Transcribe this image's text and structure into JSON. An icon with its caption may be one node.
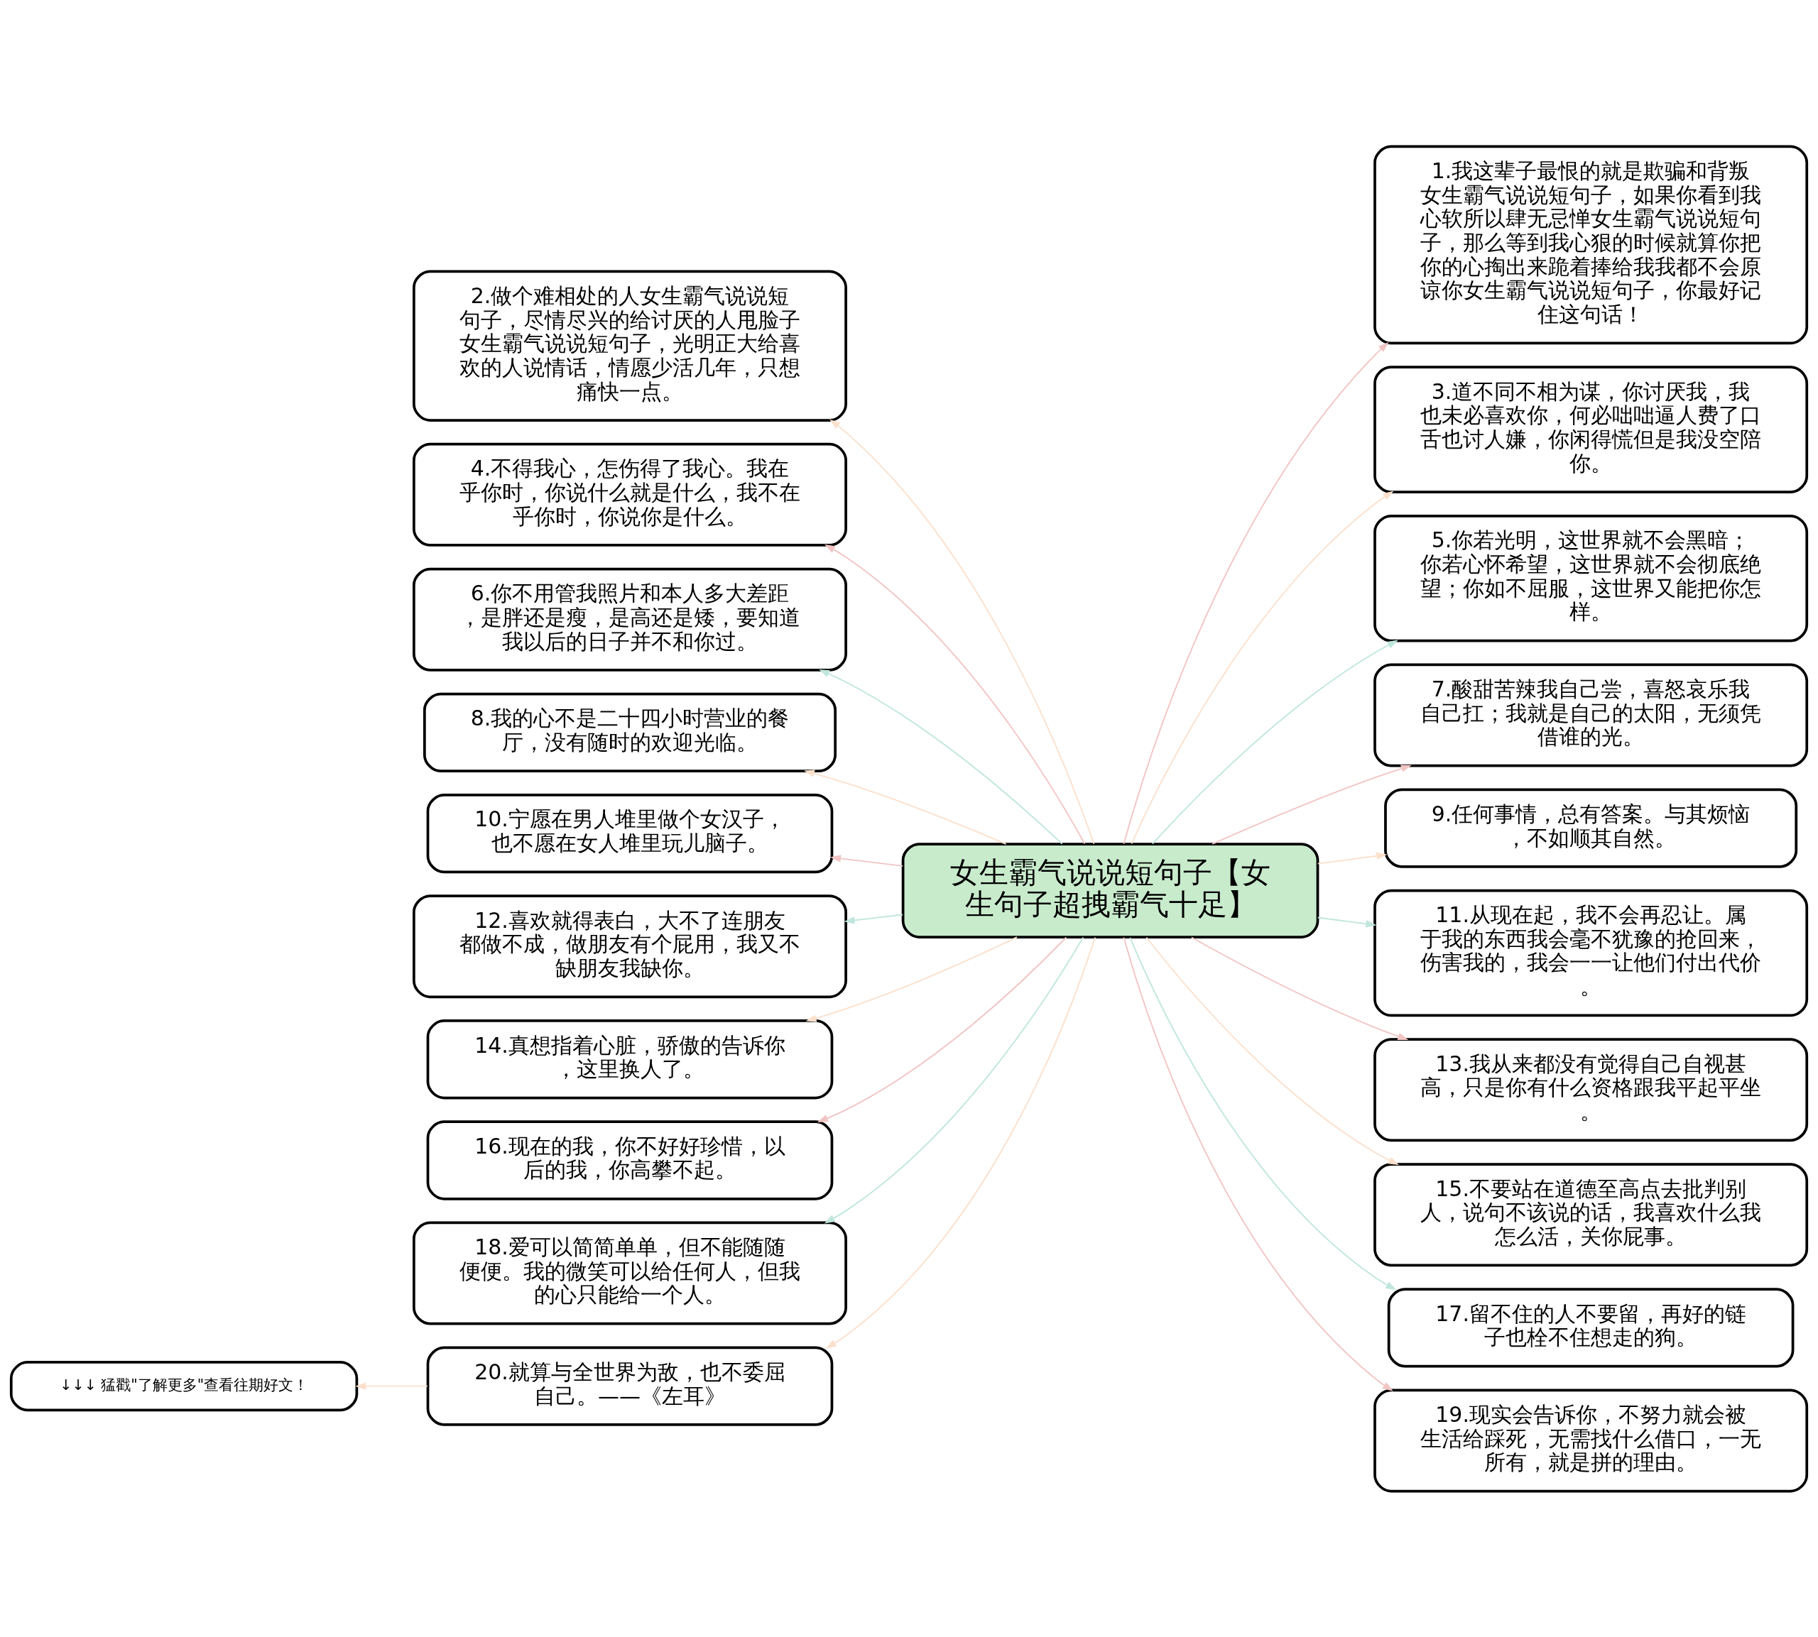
{
  "diagram": {
    "nodes": [
      {
        "text": [
          "女生霸气说说短句子【女生句子超拽霸气十足】"
        ]
      },
      {
        "text": [
          "1.我这辈子最恨的就是欺骗和背叛女生霸气说说短句子，如果你看到我心软所以肆无忌惮女生霸气说说短句子，那么等到我心狠的时候就算你把你的心掏出来跪着捧给我我都不会原谅你女生霸气说说短句子，你最好记住这句话！"
        ]
      },
      {
        "text": [
          "2.做个难相处的人女生霸气说说短句子，尽情尽兴的给讨厌的人甩脸子女生霸气说说短句子，光明正大给喜欢的人说情话，情愿少活几年，只想痛快一点。"
        ]
      },
      {
        "text": [
          "3.道不同不相为谋，你讨厌我，我也未必喜欢你，何必咄咄逼人费了口舌也讨人嫌，你闲得慌但是我没空陪你。"
        ]
      },
      {
        "text": [
          "4.不得我心，怎伤得了我心。我在乎你时，你说什么就是什么，我不在乎你时，你说你是什么。"
        ]
      },
      {
        "text": [
          "5.你若光明，这世界就不会黑暗；你若心怀希望，这世界就不会彻底绝望；你如不屈服，这世界又能把你怎样。"
        ]
      },
      {
        "text": [
          "6.你不用管我照片和本人多大差距，是胖还是瘦，是高还是矮，要知道我以后的日子并不和你过。"
        ]
      },
      {
        "text": [
          "7.酸甜苦辣我自己尝，喜怒哀乐我自己扛；我就是自己的太阳，无须凭借谁的光。"
        ]
      },
      {
        "text": [
          "8.我的心不是二十四小时营业的餐厅，没有随时的欢迎光临。"
        ]
      },
      {
        "text": [
          "9.任何事情，总有答案。与其烦恼，不如顺其自然。"
        ]
      },
      {
        "text": [
          "10.宁愿在男人堆里做个女汉子，也不愿在女人堆里玩儿脑子。"
        ]
      },
      {
        "text": [
          "11.从现在起，我不会再忍让。属于我的东西我会毫不犹豫的抢回来，伤害我的，我会一一让他们付出代价。"
        ]
      },
      {
        "text": [
          "12.喜欢就得表白，大不了连朋友都做不成，做朋友有个屁用，我又不缺朋友我缺你。"
        ]
      },
      {
        "text": [
          "13.我从来都没有觉得自己自视甚高，只是你有什么资格跟我平起平坐。"
        ]
      },
      {
        "text": [
          "14.真想指着心脏，骄傲的告诉你，这里换人了。"
        ]
      },
      {
        "text": [
          "15.不要站在道德至高点去批判别人，说句不该说的话，我喜欢什么我怎么活，关你屁事。"
        ]
      },
      {
        "text": [
          "16.现在的我，你不好好珍惜，以后的我，你高攀不起。"
        ]
      },
      {
        "text": [
          "17.留不住的人不要留，再好的链子也栓不住想走的狗。"
        ]
      },
      {
        "text": [
          "18.爱可以简简单单，但不能随随便便。我的微笑可以给任何人，但我的心只能给一个人。"
        ]
      },
      {
        "text": [
          "19.现实会告诉你，不努力就会被生活给踩死，无需找什么借口，一无所有，就是拼的理由。"
        ]
      },
      {
        "text": [
          "20.就算与全世界为敌，也不委屈自己。——《左耳》"
        ]
      },
      {
        "text": [
          "↓↓↓ 猛戳\"了解更多\"查看往期好文！"
        ]
      }
    ],
    "edges": [
      {
        "from": 0,
        "to": 1,
        "arrow": "to",
        "color": "#f2c4c4"
      },
      {
        "from": 0,
        "to": 2,
        "arrow": "to",
        "color": "#fbe0cc"
      },
      {
        "from": 0,
        "to": 3,
        "arrow": "to",
        "color": "#fbe0cc"
      },
      {
        "from": 0,
        "to": 4,
        "arrow": "to",
        "color": "#f2c4c4"
      },
      {
        "from": 0,
        "to": 5,
        "arrow": "to",
        "color": "#bfe6dd"
      },
      {
        "from": 0,
        "to": 6,
        "arrow": "to",
        "color": "#bfe6dd"
      },
      {
        "from": 0,
        "to": 7,
        "arrow": "to",
        "color": "#f2c4c4"
      },
      {
        "from": 0,
        "to": 8,
        "arrow": "to",
        "color": "#fbe0cc"
      },
      {
        "from": 0,
        "to": 9,
        "arrow": "to",
        "color": "#fbe0cc"
      },
      {
        "from": 0,
        "to": 10,
        "arrow": "to",
        "color": "#f2c4c4"
      },
      {
        "from": 0,
        "to": 11,
        "arrow": "to",
        "color": "#bfe6dd"
      },
      {
        "from": 0,
        "to": 12,
        "arrow": "to",
        "color": "#bfe6dd"
      },
      {
        "from": 0,
        "to": 13,
        "arrow": "to",
        "color": "#f2c4c4"
      },
      {
        "from": 0,
        "to": 14,
        "arrow": "to",
        "color": "#fbe0cc"
      },
      {
        "from": 0,
        "to": 15,
        "arrow": "to",
        "color": "#fbe0cc"
      },
      {
        "from": 0,
        "to": 16,
        "arrow": "to",
        "color": "#f2c4c4"
      },
      {
        "from": 0,
        "to": 17,
        "arrow": "to",
        "color": "#bfe6dd"
      },
      {
        "from": 0,
        "to": 18,
        "arrow": "to",
        "color": "#bfe6dd"
      },
      {
        "from": 0,
        "to": 19,
        "arrow": "to",
        "color": "#f2c4c4"
      },
      {
        "from": 0,
        "to": 20,
        "arrow": "to",
        "color": "#fbe0cc"
      },
      {
        "from": 20,
        "to": 21,
        "arrow": "to",
        "color": "#fbe0cc"
      }
    ]
  }
}
